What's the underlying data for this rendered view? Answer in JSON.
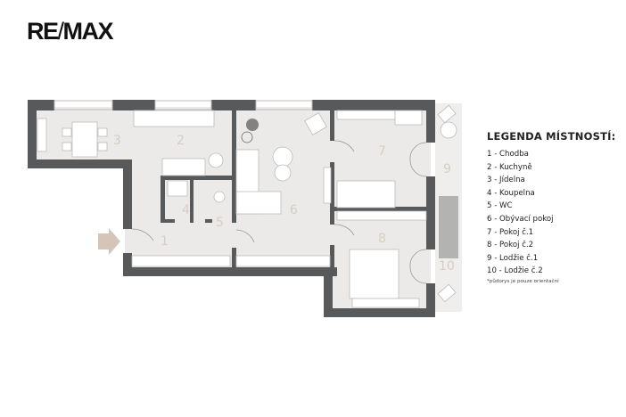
{
  "logo": {
    "text": "RE/MAX"
  },
  "colors": {
    "wall": "#58595b",
    "floor": "#ebeae8",
    "room_number": "#d8cdc1",
    "entry_arrow": "#d6c5b6"
  },
  "plan": {
    "room_numbers": [
      "1",
      "2",
      "3",
      "4",
      "5",
      "6",
      "7",
      "8",
      "9",
      "10"
    ],
    "entry_icon": "arrow-right-icon"
  },
  "legend": {
    "title": "LEGENDA MÍSTNOSTÍ:",
    "items": [
      "1 - Chodba",
      "2 - Kuchyně",
      "3 - Jídelna",
      "4 - Koupelna",
      "5 - WC",
      "6 - Obývací pokoj",
      "7 - Pokoj č.1",
      "8 - Pokoj č.2",
      "9 - Lodžie č.1",
      "10 - Lodžie č.2"
    ],
    "note": "*půdorys je pouze orientační"
  }
}
